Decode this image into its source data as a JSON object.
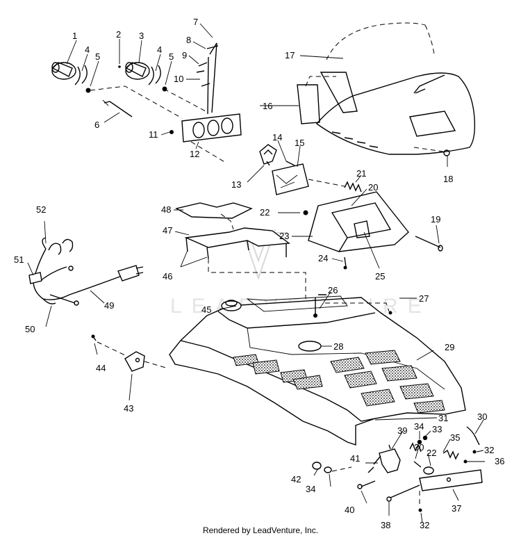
{
  "footer": {
    "credit": "Rendered by LeadVenture, Inc."
  },
  "watermark": {
    "text": "LEADVENTURE"
  },
  "callouts": [
    {
      "id": "c1",
      "text": "1"
    },
    {
      "id": "c2",
      "text": "2"
    },
    {
      "id": "c3",
      "text": "3"
    },
    {
      "id": "c4a",
      "text": "4"
    },
    {
      "id": "c4b",
      "text": "4"
    },
    {
      "id": "c5a",
      "text": "5"
    },
    {
      "id": "c5b",
      "text": "5"
    },
    {
      "id": "c6",
      "text": "6"
    },
    {
      "id": "c7",
      "text": "7"
    },
    {
      "id": "c8",
      "text": "8"
    },
    {
      "id": "c9",
      "text": "9"
    },
    {
      "id": "c10",
      "text": "10"
    },
    {
      "id": "c11",
      "text": "11"
    },
    {
      "id": "c12",
      "text": "12"
    },
    {
      "id": "c13",
      "text": "13"
    },
    {
      "id": "c14",
      "text": "14"
    },
    {
      "id": "c15",
      "text": "15"
    },
    {
      "id": "c16",
      "text": "16"
    },
    {
      "id": "c17",
      "text": "17"
    },
    {
      "id": "c18",
      "text": "18"
    },
    {
      "id": "c19",
      "text": "19"
    },
    {
      "id": "c20",
      "text": "20"
    },
    {
      "id": "c21",
      "text": "21"
    },
    {
      "id": "c22a",
      "text": "22"
    },
    {
      "id": "c22b",
      "text": "22"
    },
    {
      "id": "c23",
      "text": "23"
    },
    {
      "id": "c24",
      "text": "24"
    },
    {
      "id": "c25",
      "text": "25"
    },
    {
      "id": "c26",
      "text": "26"
    },
    {
      "id": "c27",
      "text": "27"
    },
    {
      "id": "c28",
      "text": "28"
    },
    {
      "id": "c29",
      "text": "29"
    },
    {
      "id": "c30a",
      "text": "30"
    },
    {
      "id": "c30b",
      "text": "30"
    },
    {
      "id": "c31",
      "text": "31"
    },
    {
      "id": "c32a",
      "text": "32"
    },
    {
      "id": "c32b",
      "text": "32"
    },
    {
      "id": "c33",
      "text": "33"
    },
    {
      "id": "c34a",
      "text": "34"
    },
    {
      "id": "c34b",
      "text": "34"
    },
    {
      "id": "c35",
      "text": "35"
    },
    {
      "id": "c36",
      "text": "36"
    },
    {
      "id": "c37",
      "text": "37"
    },
    {
      "id": "c38",
      "text": "38"
    },
    {
      "id": "c39",
      "text": "39"
    },
    {
      "id": "c40",
      "text": "40"
    },
    {
      "id": "c41",
      "text": "41"
    },
    {
      "id": "c42",
      "text": "42"
    },
    {
      "id": "c43",
      "text": "43"
    },
    {
      "id": "c44",
      "text": "44"
    },
    {
      "id": "c45",
      "text": "45"
    },
    {
      "id": "c46",
      "text": "46"
    },
    {
      "id": "c47",
      "text": "47"
    },
    {
      "id": "c48",
      "text": "48"
    },
    {
      "id": "c49",
      "text": "49"
    },
    {
      "id": "c50",
      "text": "50"
    },
    {
      "id": "c51",
      "text": "51"
    },
    {
      "id": "c52",
      "text": "52"
    }
  ]
}
